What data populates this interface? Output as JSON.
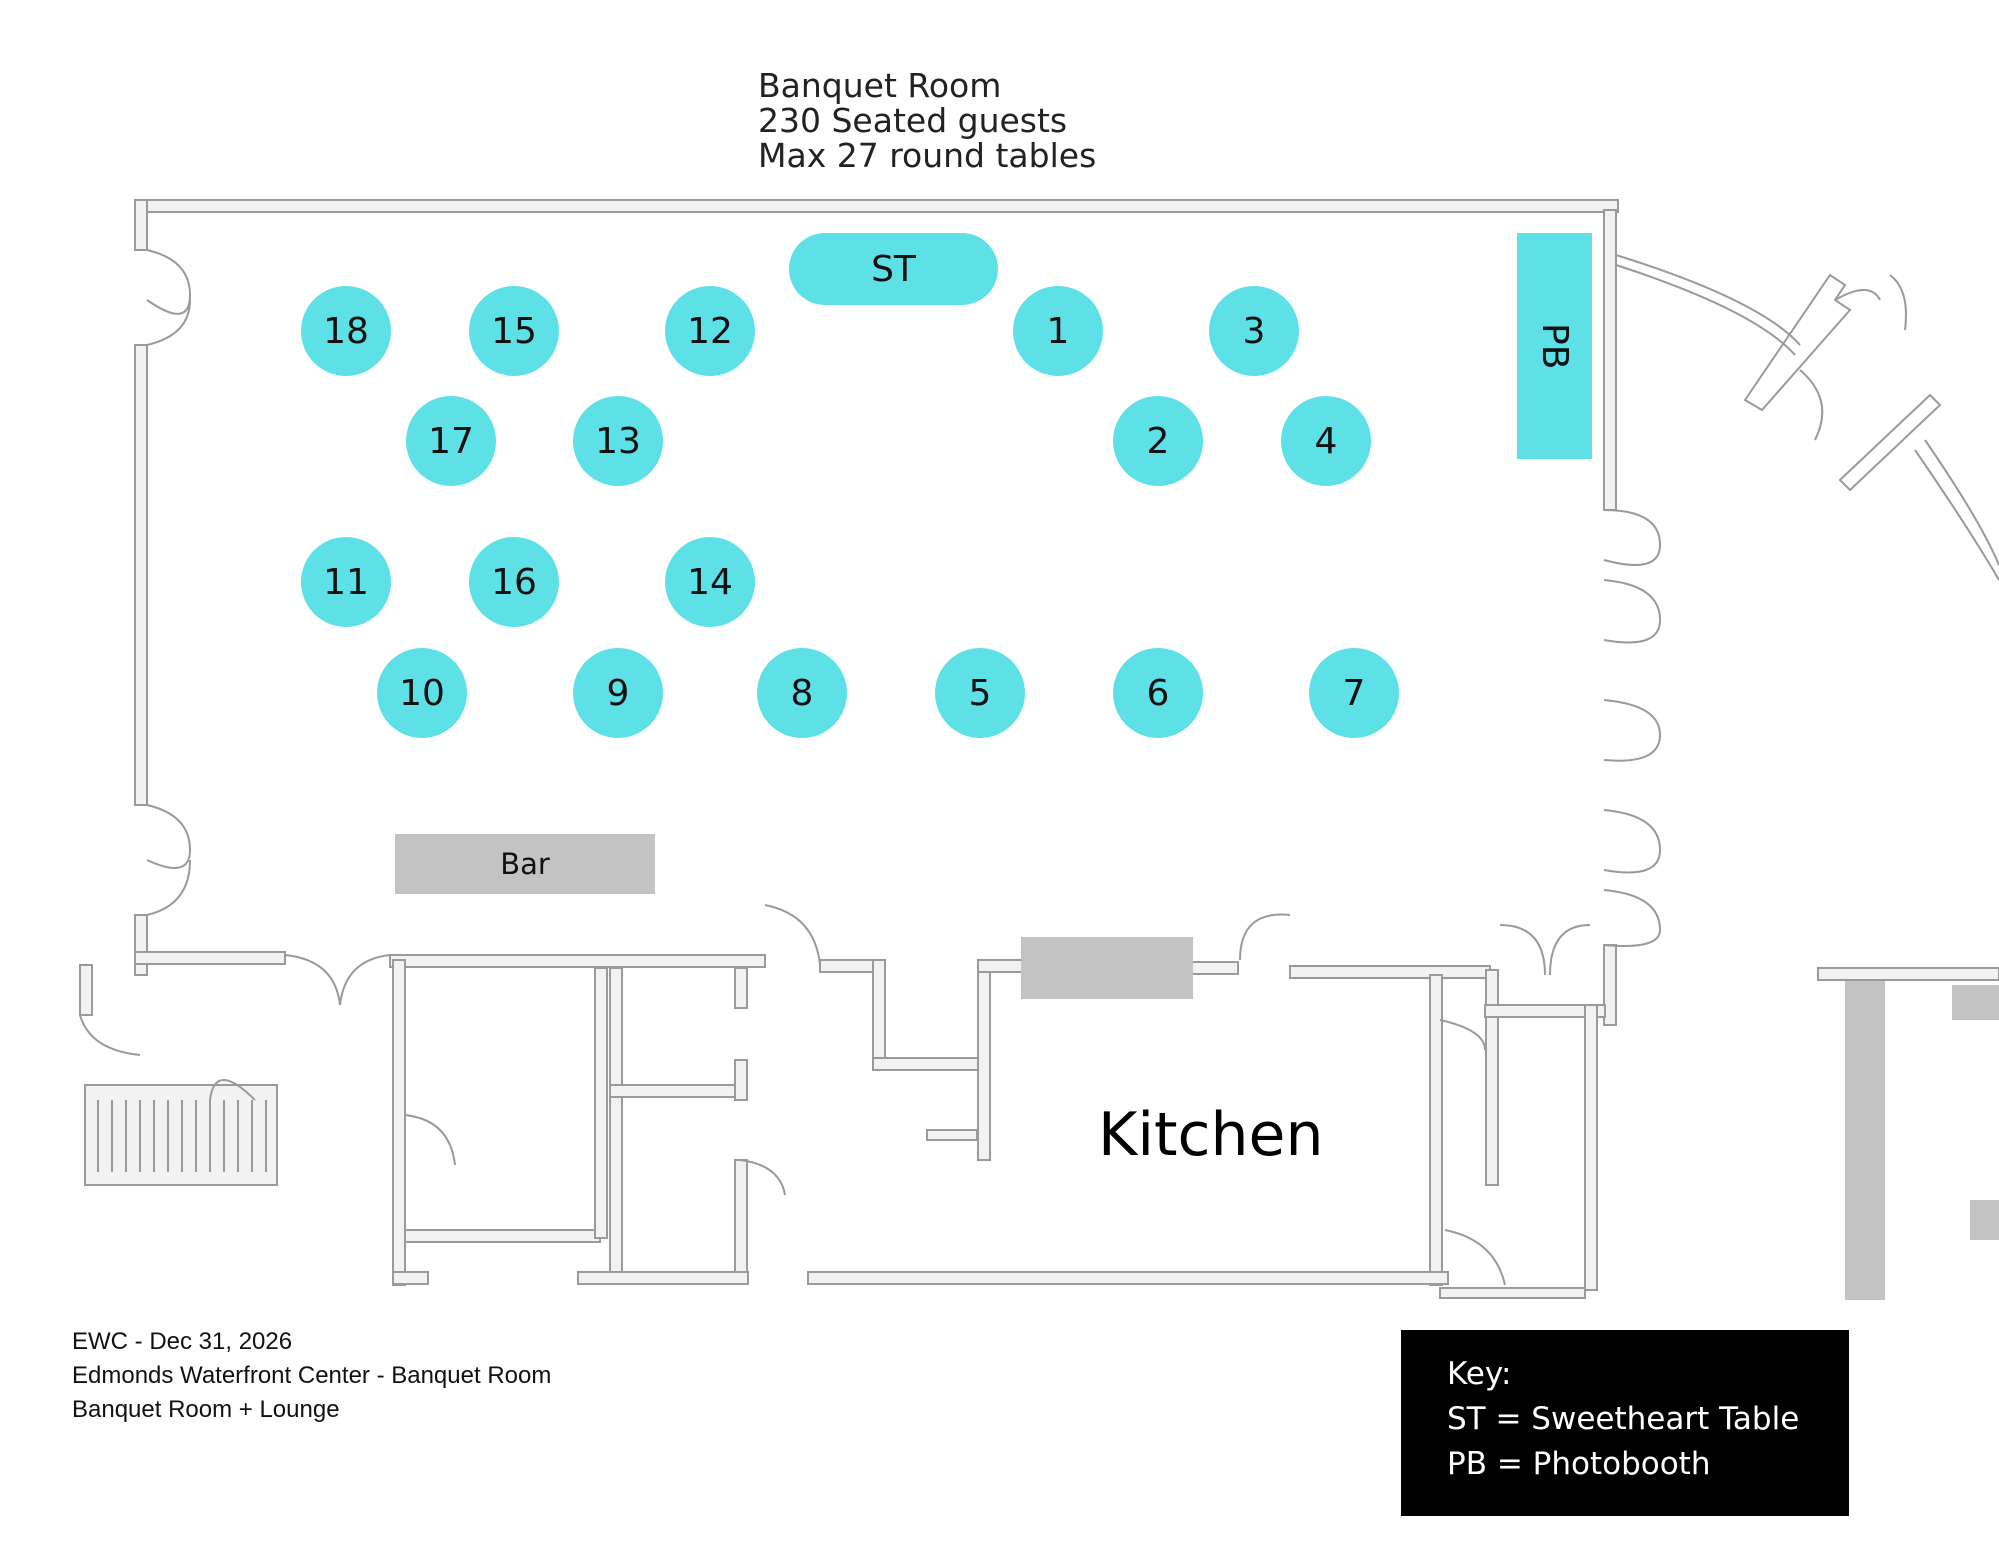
{
  "header": {
    "room": "Banquet Room",
    "guests": "230 Seated guests",
    "tables": "Max 27 round tables"
  },
  "footer": {
    "line1": "EWC - Dec 31, 2026",
    "line2": "Edmonds Waterfront Center - Banquet Room",
    "line3": "Banquet Room + Lounge"
  },
  "key": {
    "title": "Key:",
    "st": "ST = Sweetheart Table",
    "pb": "PB = Photobooth"
  },
  "labels": {
    "kitchen": "Kitchen",
    "bar": "Bar",
    "sweetheart": "ST",
    "photobooth": "PB"
  },
  "tables": [
    "18",
    "15",
    "12",
    "1",
    "3",
    "17",
    "13",
    "2",
    "4",
    "11",
    "16",
    "14",
    "10",
    "9",
    "8",
    "5",
    "6",
    "7"
  ],
  "colors": {
    "table": "#5de0e6",
    "bar": "#c3c3c3",
    "wall_fill": "#f2f2f2",
    "wall_stroke": "#9a9a9a"
  }
}
